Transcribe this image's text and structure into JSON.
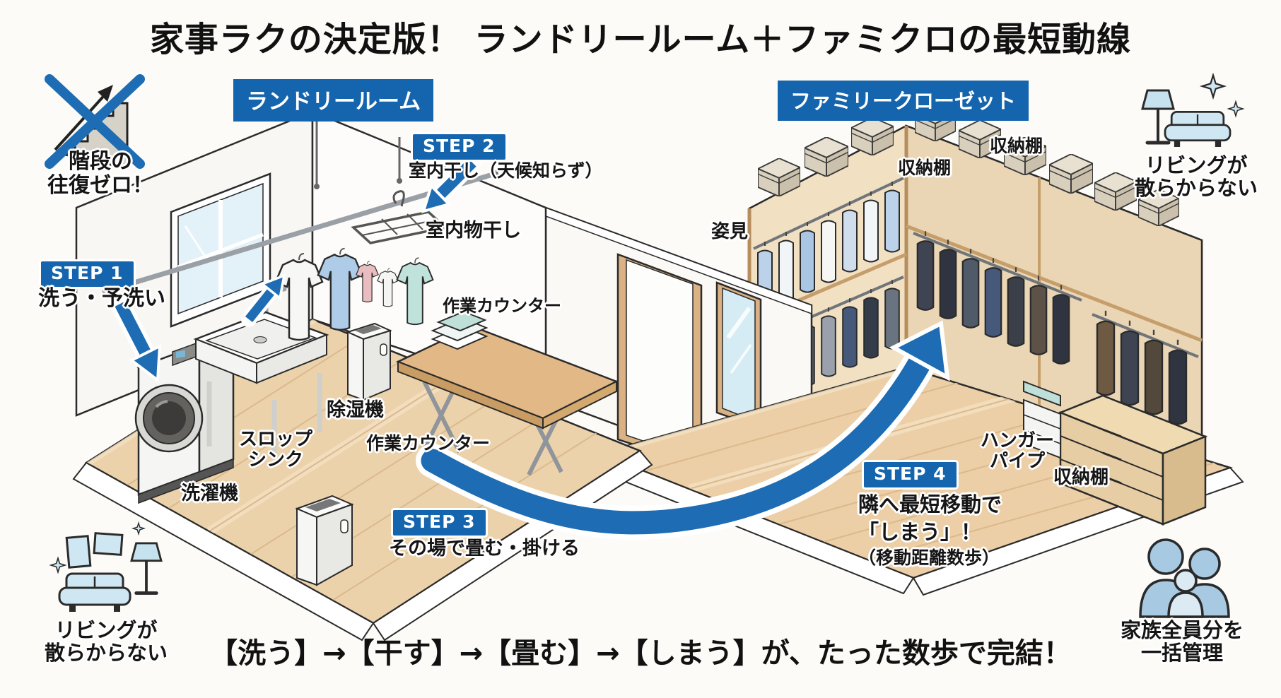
{
  "title": "家事ラクの決定版！ ランドリールーム＋ファミクロの最短動線",
  "rooms": {
    "laundry_label": "ランドリールーム",
    "closet_label": "ファミリークローゼット"
  },
  "steps": {
    "s1": {
      "badge": "STEP 1",
      "text": "洗う・予洗い"
    },
    "s2": {
      "badge": "STEP 2",
      "text": "室内干し（天候知らず）"
    },
    "s3": {
      "badge": "STEP 3",
      "text": "その場で畳む・掛ける"
    },
    "s4": {
      "badge": "STEP 4",
      "line1": "隣へ最短移動で",
      "line2": "「しまう」！",
      "line3": "（移動距離数歩）"
    }
  },
  "labels": {
    "indoor_drying_rack": "室内物干し",
    "work_counter_upper": "作業カウンター",
    "work_counter_lower": "作業カウンター",
    "dehumidifier": "除湿機",
    "slop_sink_line1": "スロップ",
    "slop_sink_line2": "シンク",
    "washing_machine": "洗濯機",
    "full_length_mirror": "姿見",
    "shelf_top_left": "収納棚",
    "shelf_top_right": "収納棚",
    "shelf_bottom_right": "収納棚",
    "hanger_pipe_line1": "ハンガー",
    "hanger_pipe_line2": "パイプ"
  },
  "callouts": {
    "stairs": {
      "line1": "階段の",
      "line2": "往復ゼロ！"
    },
    "living_top_right": {
      "line1": "リビングが",
      "line2": "散らからない"
    },
    "living_bottom_left": {
      "line1": "リビングが",
      "line2": "散らからない"
    },
    "family_bottom_right": {
      "line1": "家族全員分を",
      "line2": "一括管理"
    }
  },
  "footer": "【洗う】→【干す】→【畳む】→【しまう】が、たった数歩で完結！",
  "colors": {
    "accent_blue": "#1565ae",
    "floor_wood": "#ecd2ab",
    "shelf_wood": "#f1e0c2"
  }
}
